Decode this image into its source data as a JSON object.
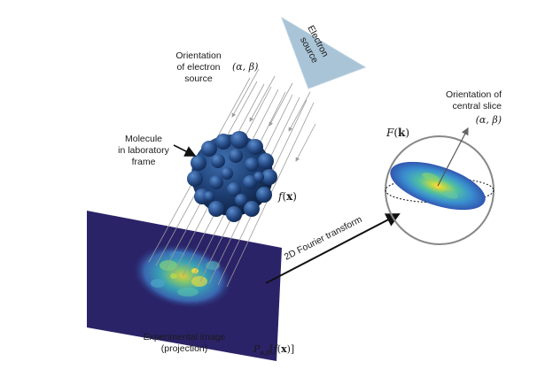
{
  "source": {
    "label_line1": "Electron",
    "label_line2": "source",
    "color": "#a9c4d6"
  },
  "orientation_source": {
    "line1": "Orientation",
    "line2": "of electron",
    "line3": "source",
    "math": "(α, β)"
  },
  "molecule": {
    "line1": "Molecule",
    "line2": "in laboratory",
    "line3": "frame",
    "func_f": "f",
    "func_open": "(",
    "func_x": "x",
    "func_close": ")",
    "color": "#1d3f73"
  },
  "image": {
    "line1": "Experimental image",
    "line2": "(projection)",
    "background_color": "#2a2368",
    "proj_P": "P",
    "proj_sub": "α,β",
    "proj_open": "[",
    "proj_f": "f",
    "proj_paren_open": "(",
    "proj_x": "x",
    "proj_close": ")]"
  },
  "transform": {
    "label": "2D Fourier transform"
  },
  "slice": {
    "line1": "Orientation of",
    "line2": "central slice",
    "math": "(α, β)",
    "func_F": "F",
    "func_open": "(",
    "func_k": "k",
    "func_close": ")"
  }
}
